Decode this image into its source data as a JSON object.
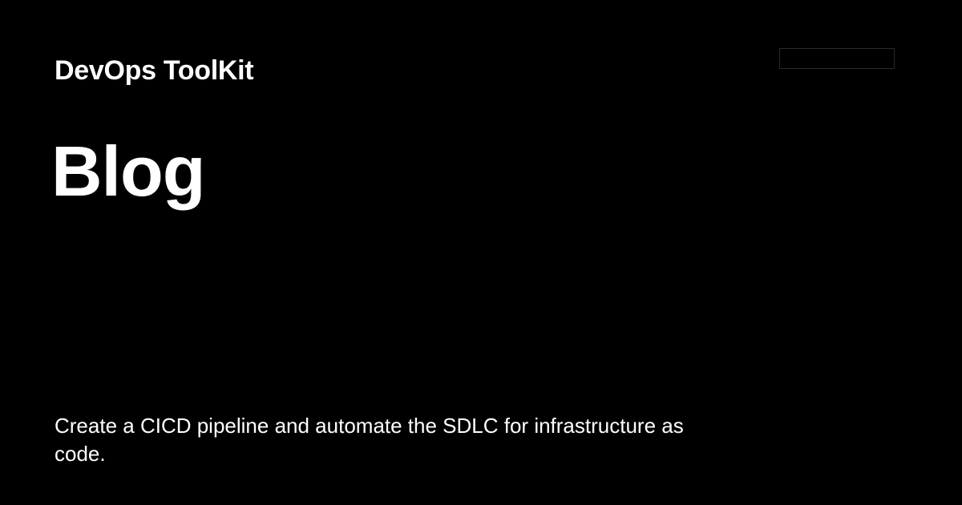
{
  "site": {
    "name": "DevOps ToolKit"
  },
  "page": {
    "title": "Blog",
    "description": "Create a CICD pipeline and automate the SDLC for infrastructure as code."
  },
  "colors": {
    "background": "#000000",
    "text": "#ffffff",
    "logo_border": "#2a2a2a"
  }
}
